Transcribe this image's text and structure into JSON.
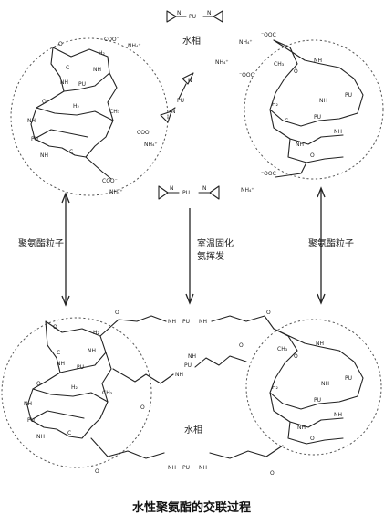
{
  "title": "水性聚氨酯的交联过程",
  "labels": {
    "water_phase_top": "水相",
    "water_phase_bottom": "水相",
    "particle_left": "聚氨酯粒子",
    "particle_right": "聚氨酯粒子",
    "process_line1": "室温固化",
    "process_line2": "氨挥发"
  },
  "chem": {
    "coo_minus": "COO⁻",
    "ooc_minus": "⁻OOC",
    "nh4_plus": "NH₄⁺",
    "pu": "PU",
    "n": "N",
    "nh": "NH",
    "o": "O",
    "c": "C",
    "h2": "H₂",
    "ch3": "CH₃",
    "aziridine_pu": "N—PU—N"
  },
  "colors": {
    "ink": "#222222",
    "background": "#ffffff"
  }
}
